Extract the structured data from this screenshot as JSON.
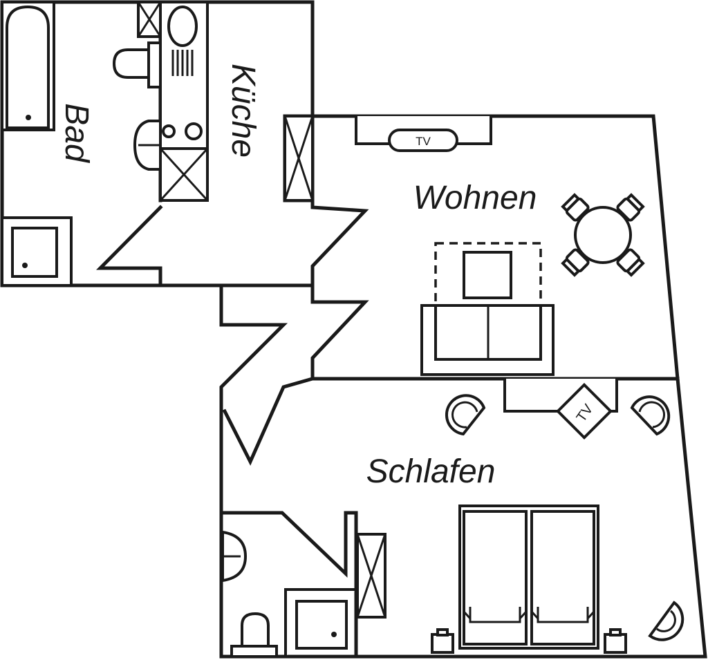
{
  "rooms": {
    "bad": "Bad",
    "kueche": "Küche",
    "wohnen": "Wohnen",
    "schlafen": "Schlafen"
  },
  "tv": {
    "wohnen": "TV",
    "schlafen": "TV"
  }
}
